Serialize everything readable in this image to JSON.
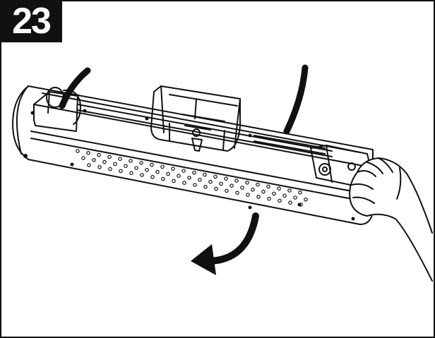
{
  "step": {
    "number": "23"
  },
  "colors": {
    "ink": "#111111",
    "paper": "#ffffff"
  },
  "parts": {
    "heater": "heater-body",
    "bracket": "mounting-bracket",
    "hand": "hand-icon",
    "arrows": [
      "cable-stroke",
      "motion-stroke",
      "rotate-arrow-icon"
    ]
  }
}
